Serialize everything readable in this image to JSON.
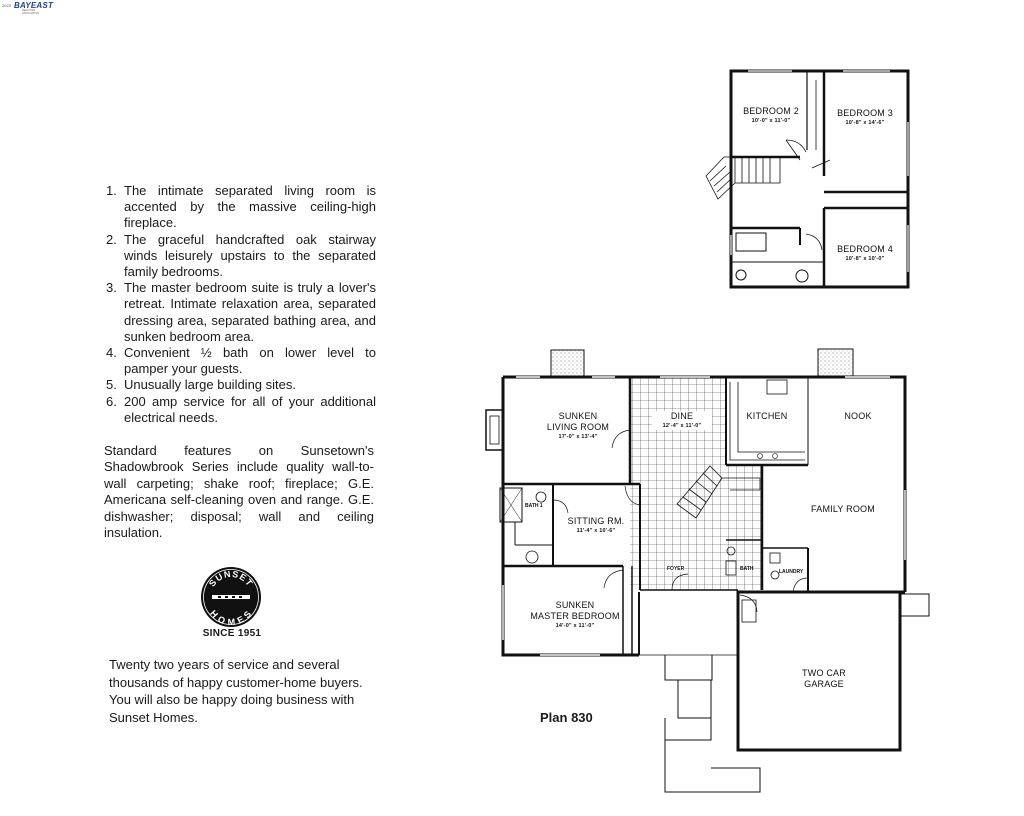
{
  "brand": {
    "prefix": "2023",
    "name": "BAYEAST",
    "tagline": "REALTORS ASSOCIATION"
  },
  "features": [
    {
      "num": "1.",
      "text": "The intimate separated living room is accented by the massive ceiling-high fireplace."
    },
    {
      "num": "2.",
      "text": "The graceful handcrafted oak stairway winds leisurely upstairs to the separated family bedrooms."
    },
    {
      "num": "3.",
      "text": "The master bedroom suite is truly a lover's retreat. Intimate relaxation area, separated dressing area, separated bathing area, and sunken bedroom area."
    },
    {
      "num": "4.",
      "text": "Convenient ½ bath on lower level to pamper your guests."
    },
    {
      "num": "5.",
      "text": "Unusually large building sites."
    },
    {
      "num": "6.",
      "text": "200 amp service for all of your additional electrical needs."
    }
  ],
  "standard_features": "Standard features on Sunsetown's Shadowbrook Series include quality wall-to-wall carpeting; shake roof; fireplace; G.E. Americana self-cleaning oven and range. G.E. dishwasher; disposal; wall and ceiling insulation.",
  "seal": {
    "top": "SUNSET",
    "bottom": "HOMES",
    "since": "SINCE 1951"
  },
  "closing": "Twenty two years of service and several thousands of happy customer-home buyers. You will also be happy doing business with Sunset Homes.",
  "plan_label": "Plan 830",
  "rooms": {
    "bedroom2": {
      "name": "BEDROOM 2",
      "dim": "10'-0\" x 11'-0\""
    },
    "bedroom3": {
      "name": "BEDROOM 3",
      "dim": "10'-8\" x 14'-6\""
    },
    "bedroom4": {
      "name": "BEDROOM 4",
      "dim": "10'-8\" x 10'-0\""
    },
    "living": {
      "name1": "SUNKEN",
      "name2": "LIVING ROOM",
      "dim": "17'-0\" x 13'-4\""
    },
    "dine": {
      "name": "DINE",
      "dim": "12'-4\" x 11'-0\""
    },
    "kitchen": {
      "name": "KITCHEN"
    },
    "nook": {
      "name": "NOOK"
    },
    "family": {
      "name": "FAMILY ROOM"
    },
    "sitting": {
      "name": "SITTING RM.",
      "dim": "11'-4\" x 10'-6\""
    },
    "bath1": {
      "name": "BATH 1"
    },
    "master": {
      "name1": "SUNKEN",
      "name2": "MASTER BEDROOM",
      "dim": "14'-0\" x 11'-0\""
    },
    "foyer": {
      "name": "FOYER"
    },
    "bath": {
      "name": "BATH"
    },
    "laundry": {
      "name": "LAUNDRY"
    },
    "garage": {
      "name1": "TWO CAR",
      "name2": "GARAGE"
    }
  }
}
